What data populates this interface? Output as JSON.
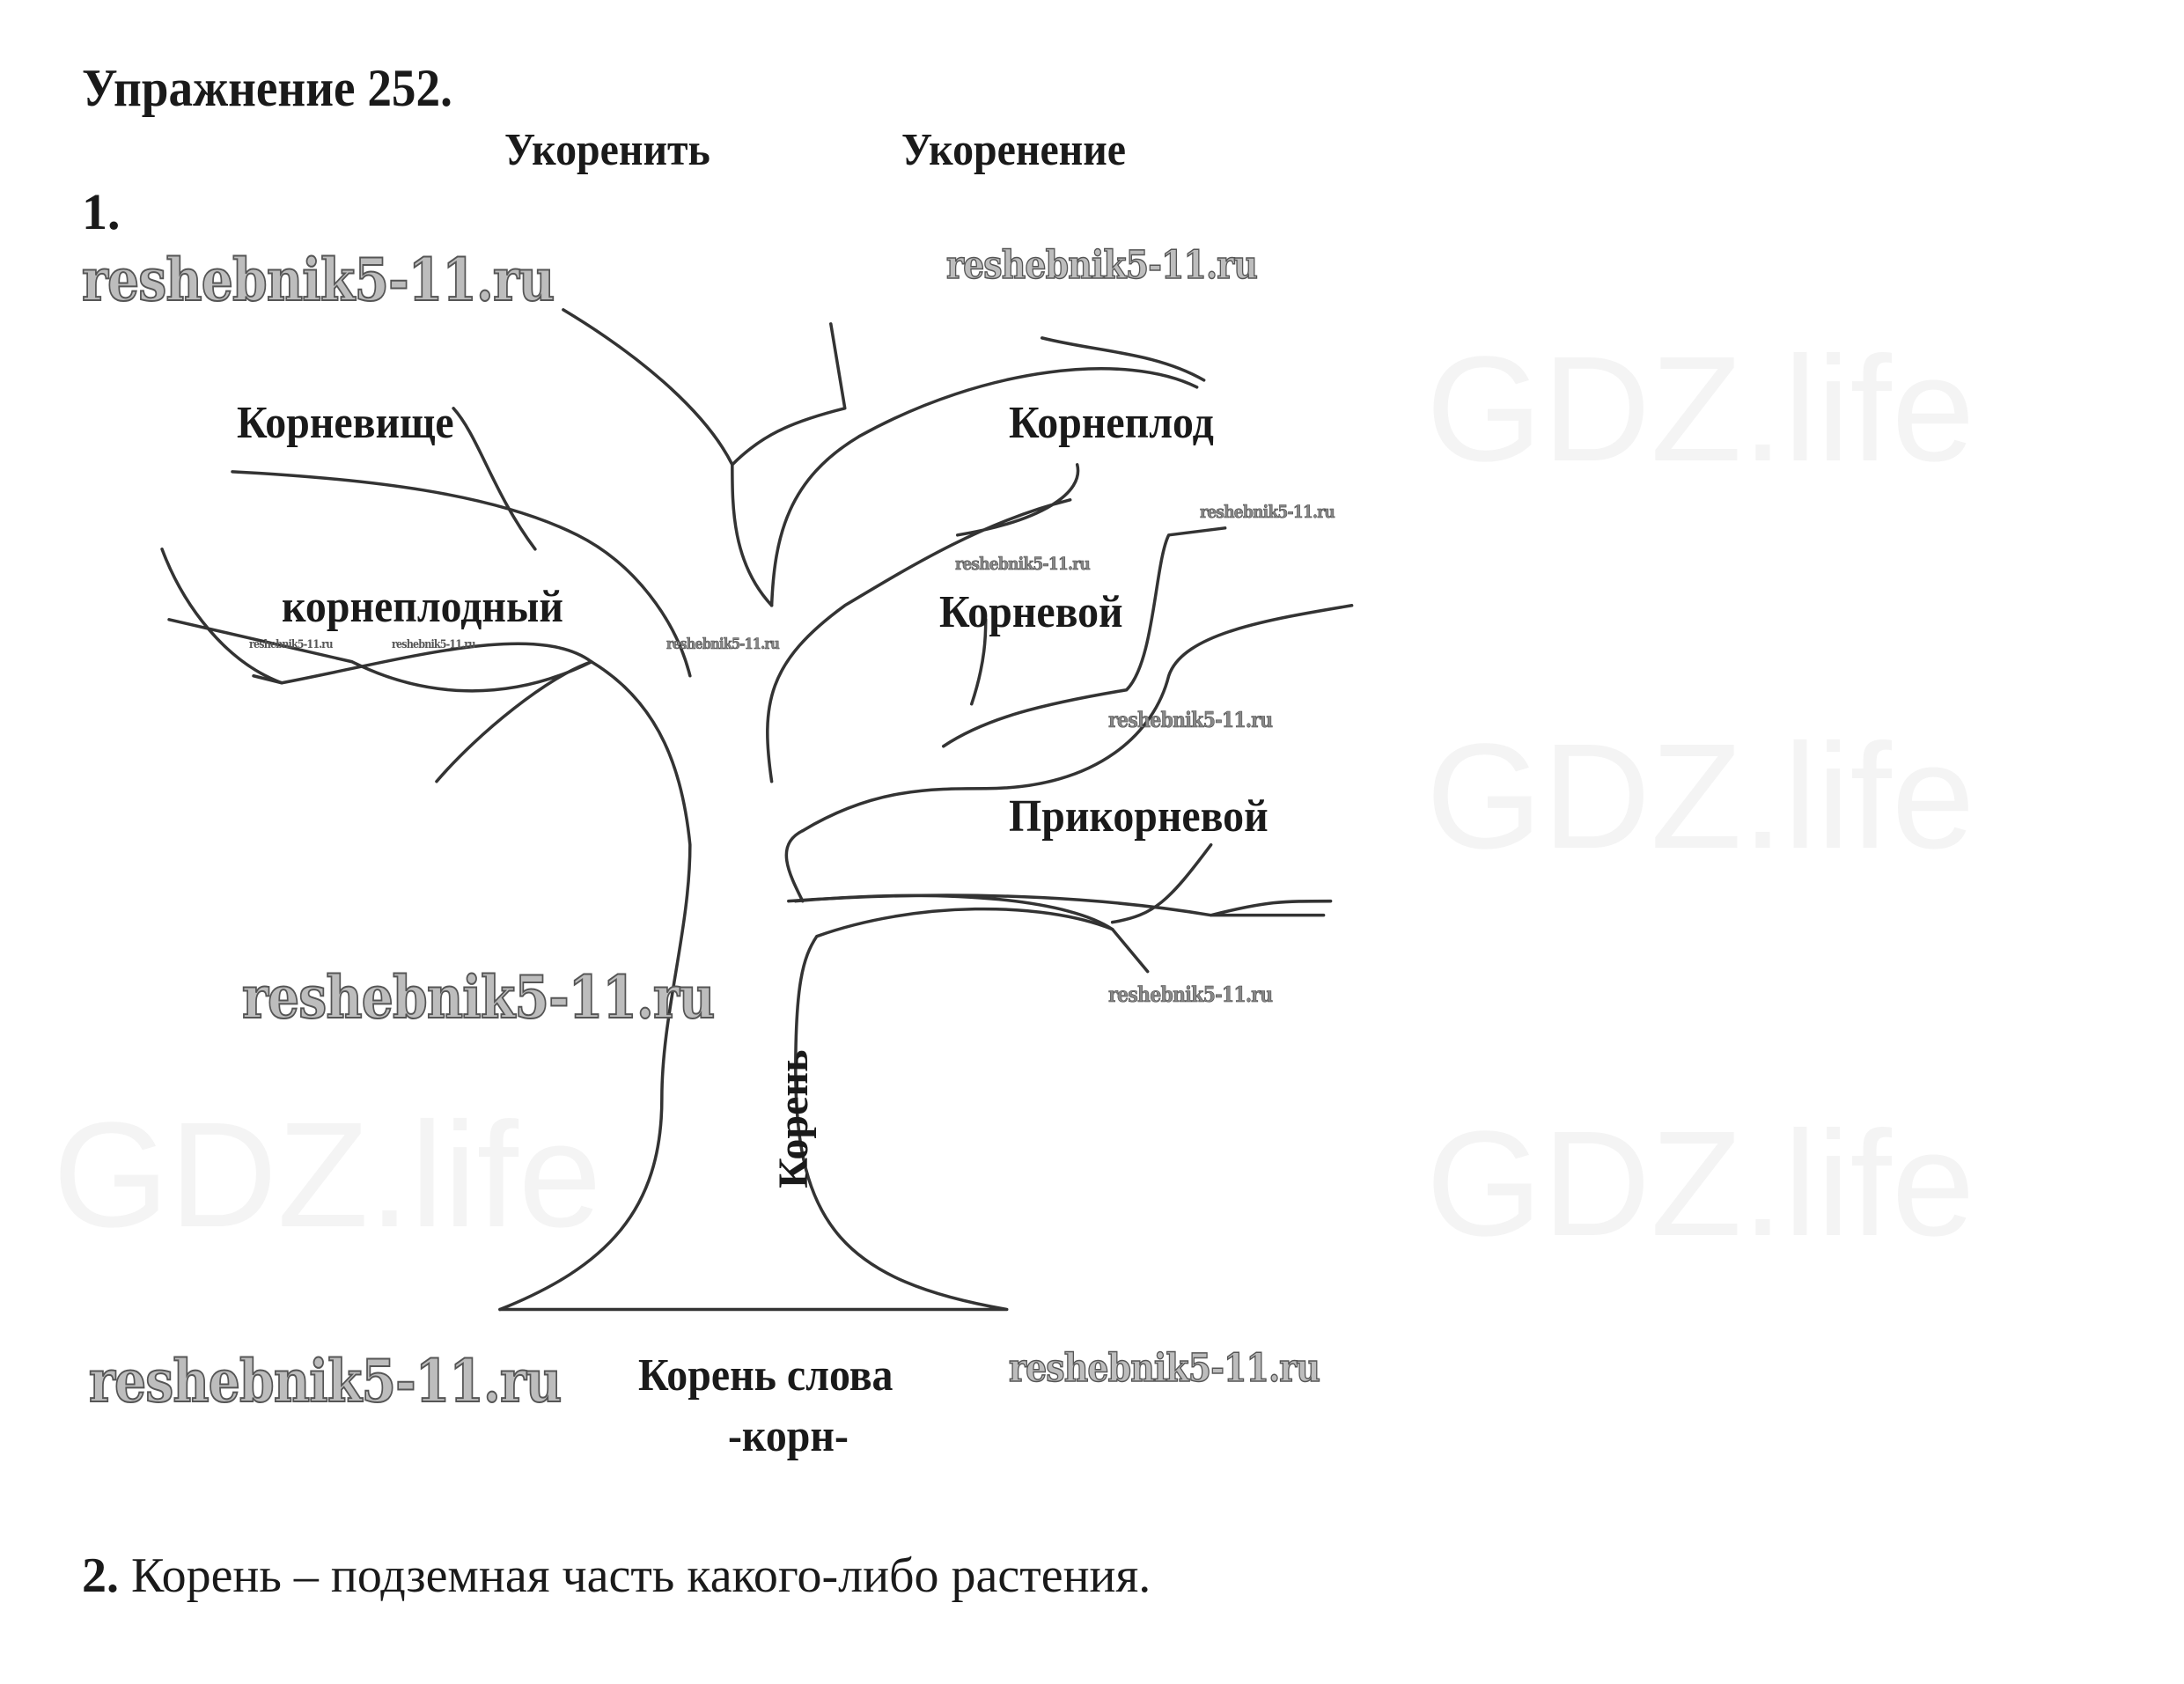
{
  "title": "Упражнение 252.",
  "part1_number": "1.",
  "part2_number": "2.",
  "part2_text": " Корень – подземная часть какого-либо растения.",
  "words": {
    "ukorenit": "Укоренить",
    "ukorenenie": "Укоренение",
    "kornevishche": "Корневище",
    "korneplod": "Корнеплод",
    "korneplodny": "корнеплодный",
    "kornevoy": "Корневой",
    "prikornevoy": "Прикорневой",
    "koren": "Корень",
    "root_label": "Корень слова",
    "root": "-корн-"
  },
  "watermark": "reshebnik5-11.ru",
  "ghost_watermark": "GDZ.life"
}
